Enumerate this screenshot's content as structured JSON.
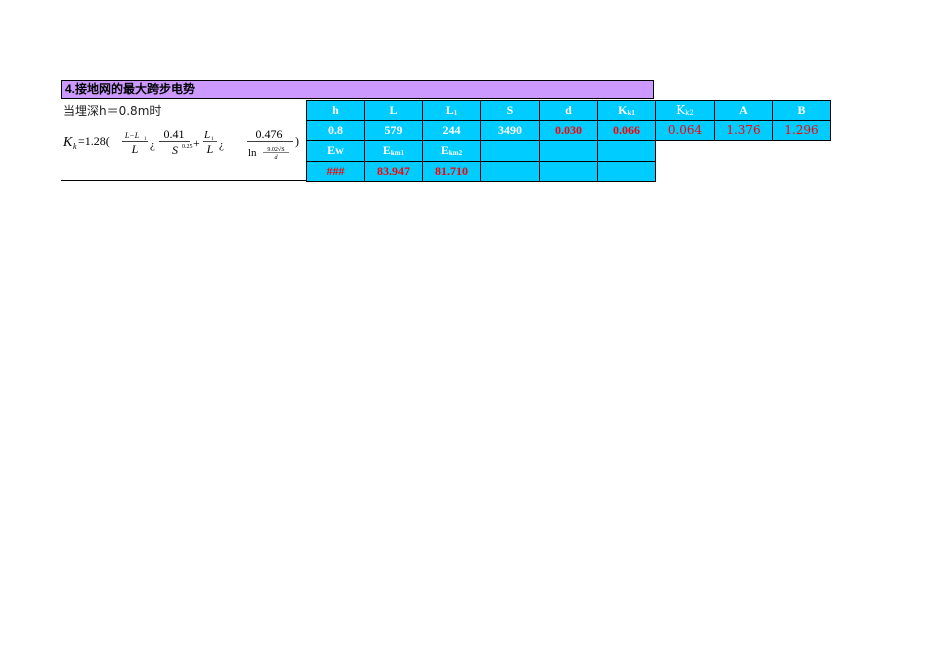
{
  "section_title": "4.接地网的最大跨步电势",
  "note": "当埋深h＝0.8m时",
  "formula": {
    "lhs": "K",
    "lhs_sub": "k",
    "coef": "=1.28(",
    "frac1_num": "L−L",
    "frac1_num_sub": "1",
    "frac1_den": "L",
    "op1": "¿",
    "frac2_num": "0.41",
    "frac2_den": "S",
    "frac2_den_sup": "0.25",
    "plus": "+",
    "frac3_num": "L",
    "frac3_num_sub": "1",
    "frac3_den": "L",
    "op2": "¿",
    "frac4_num": "0.476",
    "frac4_den_ln": "ln",
    "frac4_den_inner_num": "9.02√S",
    "frac4_den_inner_den": "d",
    "close": ")"
  },
  "headers": {
    "h": "h",
    "L": "L",
    "L1": {
      "main": "L",
      "sub": "1"
    },
    "S": "S",
    "d": "d",
    "Kk1": {
      "main": "K",
      "sub": "k1"
    },
    "Kk2": {
      "main": "K",
      "sub": "k2"
    },
    "A": "A",
    "B": "B"
  },
  "values": {
    "h": "0.8",
    "L": "579",
    "L1": "244",
    "S": "3490",
    "d": "0.030",
    "Kk1": "0.066",
    "Kk2": "0.064",
    "A": "1.376",
    "B": "1.296"
  },
  "headers2": {
    "Ew": "Ew",
    "Ekm1": {
      "main": "E",
      "sub": "km1"
    },
    "Ekm2": {
      "main": "E",
      "sub": "km2"
    }
  },
  "values2": {
    "Ew": "###",
    "Ekm1": "83.947",
    "Ekm2": "81.710"
  },
  "colors": {
    "title_fill": "#cc99ff",
    "cell_fill": "#00ccff",
    "value_red": "#ff0000",
    "header_text": "#ffffff"
  }
}
